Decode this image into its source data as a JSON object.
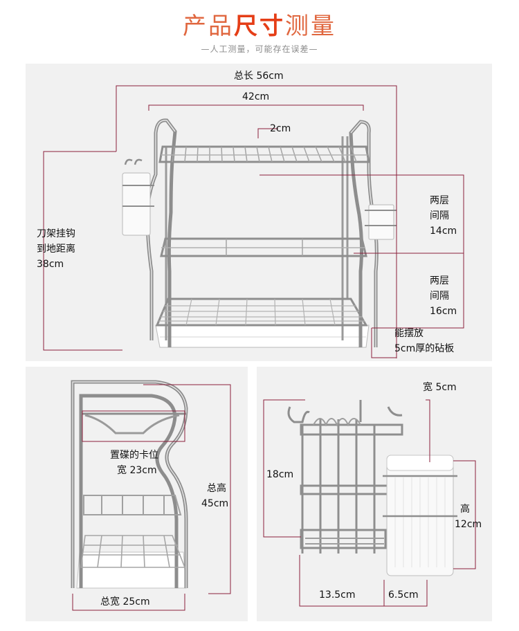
{
  "header": {
    "title_normal_1": "产品",
    "title_accent": "尺寸",
    "title_normal_2": "测量",
    "subtitle": "—人工测量，可能存在误差—"
  },
  "panel_main": {
    "total_length": "总长 56cm",
    "inner_width": "42cm",
    "wire_gap": "2cm",
    "hook_height_line1": "刀架挂钩",
    "hook_height_line2": "到地距离",
    "hook_height_value": "38cm",
    "upper_gap_line1": "两层",
    "upper_gap_line2": "间隔",
    "upper_gap_value": "14cm",
    "lower_gap_line1": "两层",
    "lower_gap_line2": "间隔",
    "lower_gap_value": "16cm",
    "board_line1": "能摆放",
    "board_line2": "5cm厚的砧板"
  },
  "panel_side": {
    "slot_line1": "置碟的卡位",
    "slot_line2": "宽 23cm",
    "height_line1": "总高",
    "height_value": "45cm",
    "total_width": "总宽 25cm"
  },
  "panel_holder": {
    "cup_width": "宽 5cm",
    "rack_height": "18cm",
    "cup_height_line1": "高",
    "cup_height_value": "12cm",
    "rack_width": "13.5cm",
    "cup_depth": "6.5cm"
  },
  "colors": {
    "title": "#e0673f",
    "title_accent": "#e53e17",
    "dimension_line": "#8a1f3b",
    "panel_bg": "#f1f1f1"
  }
}
